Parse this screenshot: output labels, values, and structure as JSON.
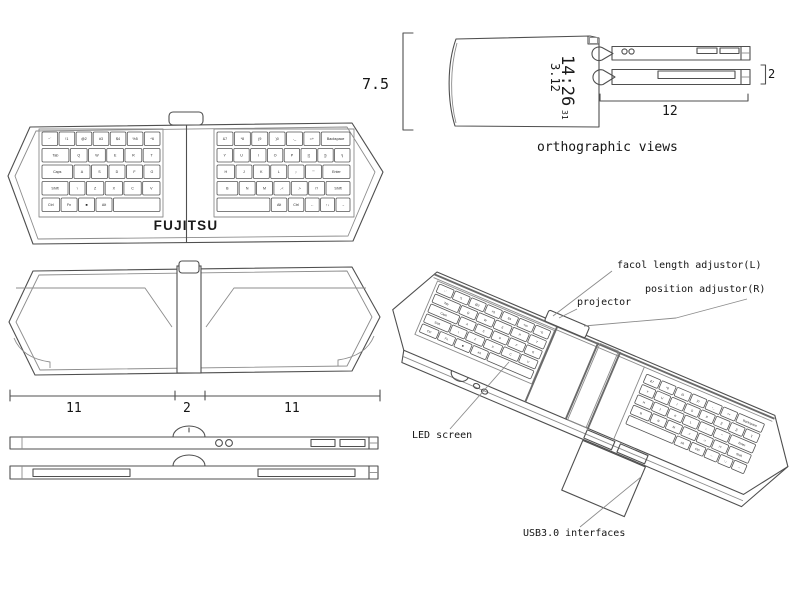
{
  "background": "#ffffff",
  "ink": {
    "line": "#4f4f4f",
    "light_line": "#8c8c8c",
    "text": "#151515"
  },
  "front_view": {
    "brand": "FUJITSU",
    "left_rows": [
      [
        "~`",
        "!1",
        "@2",
        "#3",
        "$4",
        "%5",
        "^6"
      ],
      [
        "Tab",
        "Q",
        "W",
        "E",
        "R",
        "T"
      ],
      [
        "Caps",
        "A",
        "S",
        "D",
        "F",
        "G"
      ],
      [
        "Shift",
        "\\",
        "Z",
        "X",
        "C",
        "V"
      ],
      [
        "Ctrl",
        "Fn",
        "■",
        "Alt",
        ""
      ]
    ],
    "right_rows": [
      [
        "&7",
        "*8",
        "(9",
        ")0",
        "-_",
        "=+",
        "Backspace"
      ],
      [
        "Y",
        "U",
        "I",
        "O",
        "P",
        "[{",
        "]}",
        "\\|"
      ],
      [
        "H",
        "J",
        "K",
        "L",
        ";:",
        "'\"",
        "Enter"
      ],
      [
        "B",
        "N",
        "M",
        ",<",
        ".>",
        "/?",
        "Shift"
      ],
      [
        "",
        "Alt",
        "Ctrl",
        "←",
        "↑↓",
        "→"
      ]
    ]
  },
  "back_view": {
    "dim_left": "11",
    "dim_center": "2",
    "dim_right": "11"
  },
  "orthographic": {
    "title": "orthographic views",
    "dim_height": "7.5",
    "dim_length": "12",
    "dim_thickness": "2",
    "display_time": "14:26",
    "display_date": "3.12",
    "display_sub": "31"
  },
  "perspective": {
    "label_focal": "facol length adjustor(L)",
    "label_position": "position adjustor(R)",
    "label_projector": "projector",
    "label_led": "LED screen",
    "label_usb": "USB3.0 interfaces"
  }
}
